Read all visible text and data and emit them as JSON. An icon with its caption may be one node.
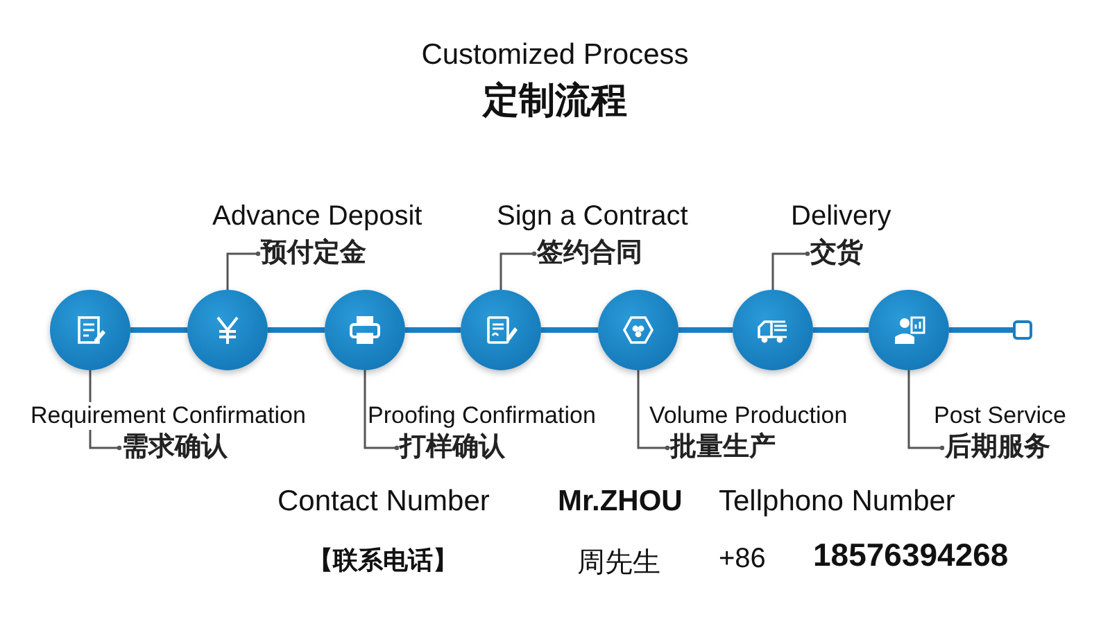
{
  "diagram": {
    "title": "Customized Process",
    "nodes": [
      {
        "text": [],
        "shape": "circle"
      },
      {
        "text": [],
        "shape": "circle"
      },
      {
        "text": [],
        "shape": "circle"
      },
      {
        "text": [],
        "shape": "circle"
      },
      {
        "text": [],
        "shape": "circle"
      },
      {
        "text": [],
        "shape": "circle"
      },
      {
        "text": [],
        "shape": "circle"
      },
      {
        "text": [],
        "shape": "box"
      },
      {
        "text": [
          "Advance Deposit",
          "预付定金"
        ]
      },
      {
        "text": [
          "Sign a Contract",
          "签约合同"
        ]
      },
      {
        "text": [
          "Delivery",
          "交货"
        ]
      },
      {
        "text": [
          "Requirement Confirmation",
          "需求确认"
        ]
      },
      {
        "text": [
          "Proofing Confirmation",
          "打样确认"
        ]
      },
      {
        "text": [
          "Volume Production",
          "批量生产"
        ]
      },
      {
        "text": [
          "Post Service",
          "后期服务"
        ]
      }
    ],
    "edges": [
      {
        "from": 0,
        "to": 1,
        "arrow": "none",
        "style": "thick"
      },
      {
        "from": 1,
        "to": 2,
        "arrow": "none",
        "style": "thick"
      },
      {
        "from": 2,
        "to": 3,
        "arrow": "none",
        "style": "thick"
      },
      {
        "from": 3,
        "to": 4,
        "arrow": "none",
        "style": "thick"
      },
      {
        "from": 4,
        "to": 5,
        "arrow": "none",
        "style": "thick"
      },
      {
        "from": 5,
        "to": 6,
        "arrow": "none",
        "style": "thick"
      },
      {
        "from": 6,
        "to": 7,
        "arrow": "none",
        "style": "thick"
      },
      {
        "from": 8,
        "to": 1,
        "arrow": "other",
        "color": "#555555"
      },
      {
        "from": 9,
        "to": 3,
        "arrow": "other",
        "color": "#555555"
      },
      {
        "from": 10,
        "to": 5,
        "arrow": "other",
        "color": "#555555"
      },
      {
        "from": 11,
        "to": 0,
        "arrow": "other",
        "color": "#555555"
      },
      {
        "from": 12,
        "to": 2,
        "arrow": "other",
        "color": "#555555"
      },
      {
        "from": 13,
        "to": 4,
        "arrow": "other",
        "color": "#555555"
      },
      {
        "from": 14,
        "to": 6,
        "arrow": "other",
        "color": "#555555"
      }
    ],
    "labels": [
      "定制流程",
      "Contact Number",
      "Mr.ZHOU",
      "Tellphono Number",
      "【联系电话】",
      "周先生",
      "+86",
      "18576394268"
    ]
  }
}
